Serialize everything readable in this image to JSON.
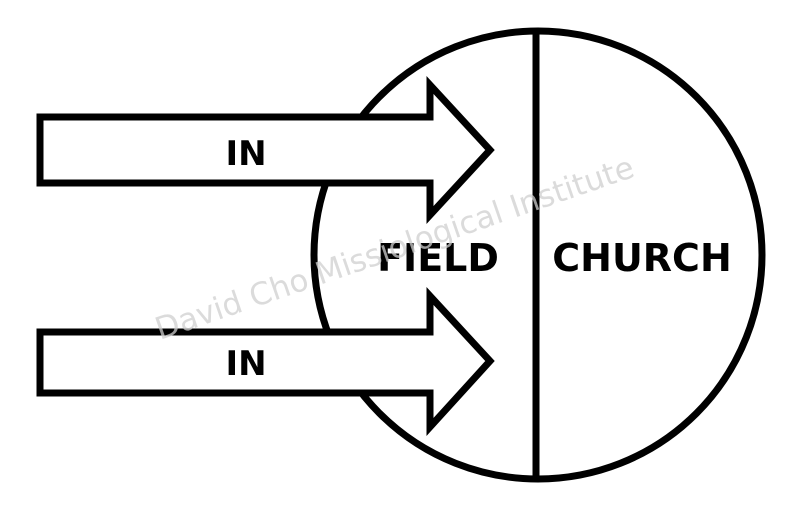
{
  "diagram": {
    "arrow_top_label": "IN",
    "arrow_bottom_label": "IN",
    "field_label": "FIELD",
    "church_label": "CHURCH"
  },
  "watermark": {
    "text": "David Cho Missiological Institute"
  },
  "colors": {
    "stroke": "#000000",
    "background": "#ffffff",
    "watermark": "#cfcfcf"
  }
}
